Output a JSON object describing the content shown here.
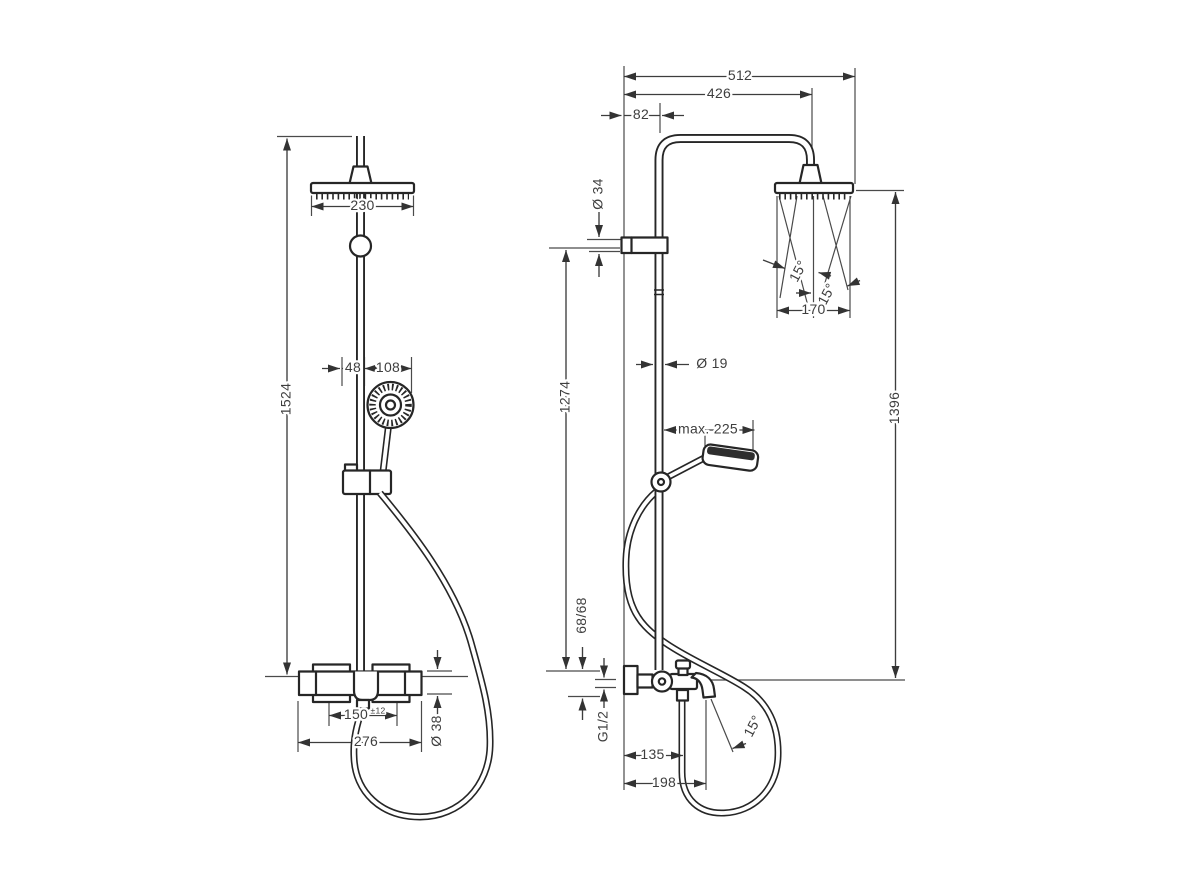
{
  "colors": {
    "line": "#262626",
    "dim_text": "#3e3e3e",
    "background": "#ffffff"
  },
  "drawing": {
    "front_view": {
      "dims": {
        "overall_height": "1524",
        "head_width": "230",
        "handshower_offset": "48",
        "handshower_width": "108",
        "valve_inlet_centers": "150",
        "valve_inlet_tolerance": "±12",
        "valve_width": "276",
        "valve_escutcheon_dia": "Ø 38"
      }
    },
    "side_view": {
      "dims": {
        "overall_depth": "512",
        "arm_projection": "426",
        "wall_to_pipe": "82",
        "bracket_dia": "Ø 34",
        "rod_height": "1274",
        "pipe_dia": "Ø 19",
        "handshower_projection": "max. 225",
        "head_mount_height": "1396",
        "spray_angle_inner": "15°",
        "spray_angle_outer": "15°",
        "head_depth": "170",
        "supply_offset": "68/68",
        "thread_size": "G1/2",
        "spout_projection": "135",
        "spout_overall": "198",
        "spout_angle": "15°"
      }
    }
  }
}
